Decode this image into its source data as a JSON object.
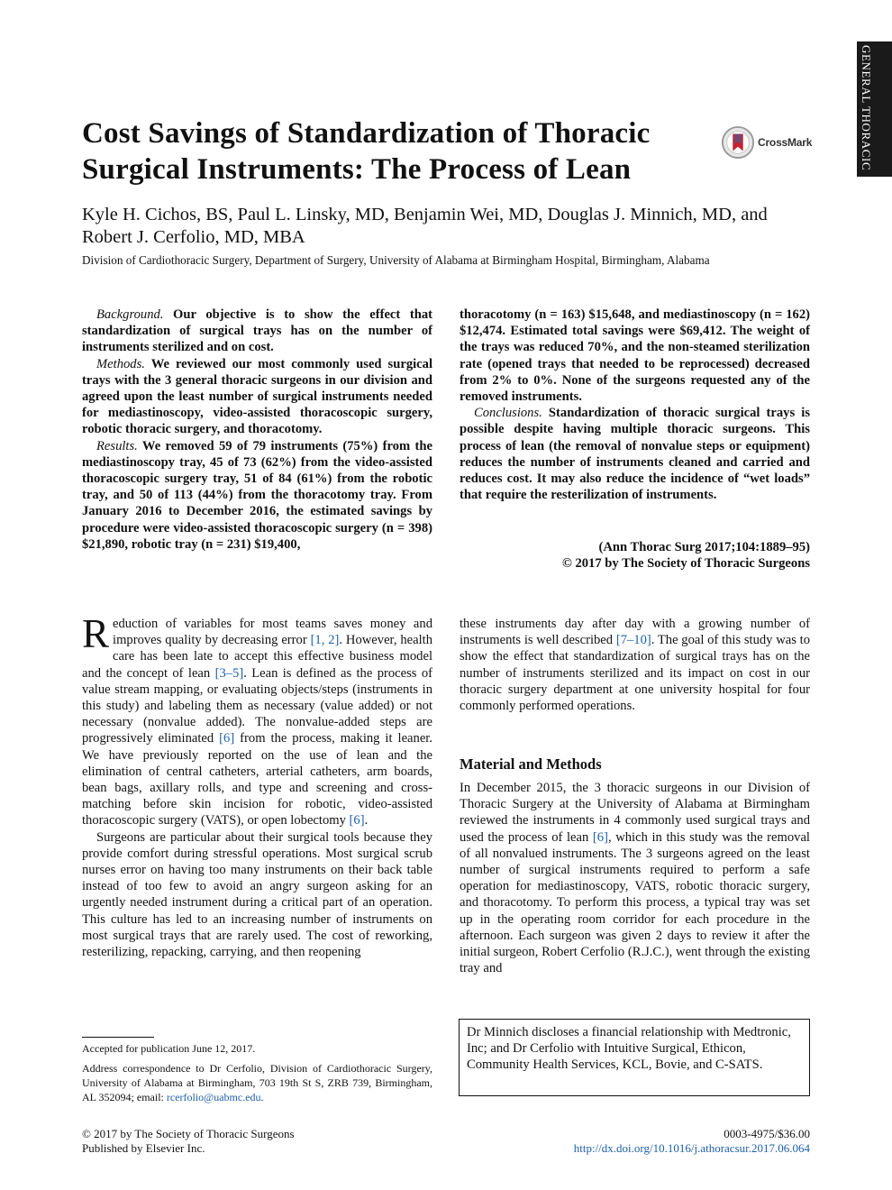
{
  "side_tab": "GENERAL THORACIC",
  "title": "Cost Savings of Standardization of Thoracic Surgical Instruments: The Process of Lean",
  "crossmark_label": "CrossMark",
  "authors": "Kyle H. Cichos, BS, Paul L. Linsky, MD, Benjamin Wei, MD, Douglas J. Minnich, MD, and Robert J. Cerfolio, MD, MBA",
  "affiliation": "Division of Cardiothoracic Surgery, Department of Surgery, University of Alabama at Birmingham Hospital, Birmingham, Alabama",
  "abstract": {
    "background_label": "Background.",
    "background": "Our objective is to show the effect that standardization of surgical trays has on the number of instruments sterilized and on cost.",
    "methods_label": "Methods.",
    "methods": "We reviewed our most commonly used surgical trays with the 3 general thoracic surgeons in our division and agreed upon the least number of surgical instruments needed for mediastinoscopy, video-assisted thoracoscopic surgery, robotic thoracic surgery, and thoracotomy.",
    "results_label": "Results.",
    "results_part1": "We removed 59 of 79 instruments (75%) from the mediastinoscopy tray, 45 of 73 (62%) from the video-assisted thoracoscopic surgery tray, 51 of 84 (61%) from the robotic tray, and 50 of 113 (44%) from the thoracotomy tray. From January 2016 to December 2016, the estimated savings by procedure were video-assisted thoracoscopic surgery (n = 398) $21,890, robotic tray (n = 231) $19,400,",
    "results_part2": "thoracotomy (n = 163) $15,648, and mediastinoscopy (n = 162) $12,474. Estimated total savings were $69,412. The weight of the trays was reduced 70%, and the non-steamed sterilization rate (opened trays that needed to be reprocessed) decreased from 2% to 0%. None of the surgeons requested any of the removed instruments.",
    "conclusions_label": "Conclusions.",
    "conclusions": "Standardization of thoracic surgical trays is possible despite having multiple thoracic surgeons. This process of lean (the removal of nonvalue steps or equipment) reduces the number of instruments cleaned and carried and reduces cost. It may also reduce the incidence of “wet loads” that require the resterilization of instruments.",
    "citation": "(Ann Thorac Surg 2017;104:1889–95)",
    "copyright": "© 2017 by The Society of Thoracic Surgeons"
  },
  "body": {
    "dropcap": "R",
    "p1_a": "eduction of variables for most teams saves money and improves quality by decreasing error ",
    "ref_1_2": "[1, 2]",
    "p1_b": ". However, health care has been late to accept this effective business model and the concept of lean ",
    "ref_3_5": "[3–5]",
    "p1_c": ". Lean is defined as the process of value stream mapping, or evaluating objects/steps (instruments in this study) and labeling them as necessary (value added) or not necessary (nonvalue added). The nonvalue-added steps are progressively eliminated ",
    "ref_6a": "[6]",
    "p1_d": " from the process, making it leaner. We have previously reported on the use of lean and the elimination of central catheters, arterial catheters, arm boards, bean bags, axillary rolls, and type and screening and cross-matching before skin incision for robotic, video-assisted thoracoscopic surgery (VATS), or open lobectomy ",
    "ref_6b": "[6]",
    "p1_e": ".",
    "p2": "Surgeons are particular about their surgical tools because they provide comfort during stressful operations. Most surgical scrub nurses error on having too many instruments on their back table instead of too few to avoid an angry surgeon asking for an urgently needed instrument during a critical part of an operation. This culture has led to an increasing number of instruments on most surgical trays that are rarely used. The cost of reworking, resterilizing, repacking, carrying, and then reopening",
    "p3_a": "these instruments day after day with a growing number of instruments is well described ",
    "ref_7_10": "[7–10]",
    "p3_b": ". The goal of this study was to show the effect that standardization of surgical trays has on the number of instruments sterilized and its impact on cost in our thoracic surgery department at one university hospital for four commonly performed operations.",
    "section_heading": "Material and Methods",
    "p4_a": "In December 2015, the 3 thoracic surgeons in our Division of Thoracic Surgery at the University of Alabama at Birmingham reviewed the instruments in 4 commonly used surgical trays and used the process of lean ",
    "ref_6c": "[6]",
    "p4_b": ", which in this study was the removal of all nonvalued instruments. The 3 surgeons agreed on the least number of surgical instruments required to perform a safe operation for mediastinoscopy, VATS, robotic thoracic surgery, and thoracotomy. To perform this process, a typical tray was set up in the operating room corridor for each procedure in the afternoon. Each surgeon was given 2 days to review it after the initial surgeon, Robert Cerfolio (R.J.C.), went through the existing tray and"
  },
  "footnotes": {
    "accepted": "Accepted for publication June 12, 2017.",
    "address": "Address correspondence to Dr Cerfolio, Division of Cardiothoracic Surgery, University of Alabama at Birmingham, 703 19th St S, ZRB 739, Birmingham, AL 352094; email:",
    "email": "rcerfolio@uabmc.edu",
    "address_end": "."
  },
  "disclosure": "Dr Minnich discloses a financial relationship with Medtronic, Inc; and Dr Cerfolio with Intuitive Surgical, Ethicon, Community Health Services, KCL, Bovie, and C-SATS.",
  "footer": {
    "copyright": "© 2017 by The Society of Thoracic Surgeons",
    "publisher": "Published by Elsevier Inc.",
    "issn_price": "0003-4975/$36.00",
    "doi": "http://dx.doi.org/10.1016/j.athoracsur.2017.06.064"
  }
}
